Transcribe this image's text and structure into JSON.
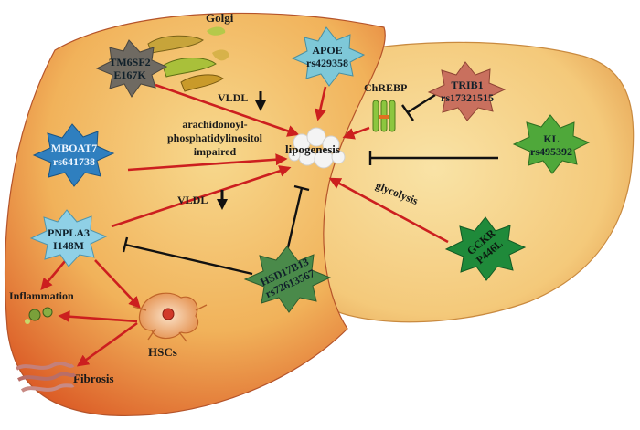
{
  "labels": {
    "golgi": "Golgi",
    "chrebp": "ChREBP",
    "lipogenesis": "lipogenesis",
    "vldl_top": "VLDL",
    "vldl_mid": "VLDL",
    "arachidonoyl_line1": "arachidonoyl-",
    "arachidonoyl_line2": "phosphatidylinositol",
    "arachidonoyl_line3": "impaired",
    "glycolysis": "glycolysis",
    "inflammation": "Inflammation",
    "hscs": "HSCs",
    "fibrosis": "Fibrosis"
  },
  "genes": {
    "tm6sf2": {
      "name": "TM6SF2",
      "variant": "E167K",
      "color": "#6f6a62"
    },
    "apoe": {
      "name": "APOE",
      "variant": "rs429358",
      "color": "#7ec8d8"
    },
    "trib1": {
      "name": "TRIB1",
      "variant": "rs17321515",
      "color": "#c9705e"
    },
    "mboat7": {
      "name": "MBOAT7",
      "variant": "rs641738",
      "color": "#2f7fbf"
    },
    "kl": {
      "name": "KL",
      "variant": "rs495392",
      "color": "#4fa83a"
    },
    "pnpla3": {
      "name": "PNPLA3",
      "variant": "I148M",
      "color": "#8fd0e6"
    },
    "hsd17b13": {
      "name": "HSD17B13",
      "variant": "rs72613567",
      "color": "#4a8a4a"
    },
    "gckr": {
      "name": "GCKR",
      "variant": "P446L",
      "color": "#1f8a3a"
    }
  },
  "colors": {
    "activation_arrow": "#cc1f1f",
    "inhibition_line": "#1a1a1a",
    "liver_light": "#f6d58a",
    "liver_dark": "#d64a1c"
  }
}
